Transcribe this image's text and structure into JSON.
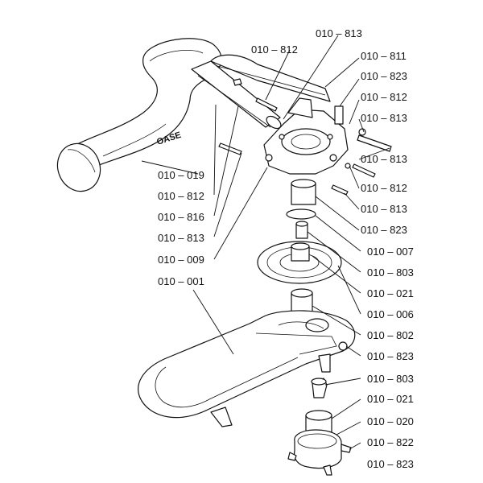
{
  "diagram": {
    "brand_text": "OASE",
    "left_labels": [
      "010 – 019",
      "010 – 812",
      "010 – 816",
      "010 – 813",
      "010 – 009",
      "010 – 001"
    ],
    "top_labels": [
      "010 – 812",
      "010 – 813"
    ],
    "right_labels": [
      "010 – 811",
      "010 – 823",
      "010 – 812",
      "010 – 813",
      "010 – 813",
      "010 – 812",
      "010 – 813",
      "010 – 823",
      "010 – 007",
      "010 – 803",
      "010 – 021",
      "010 – 006",
      "010 – 802",
      "010 – 823",
      "010 – 803",
      "010 – 021",
      "010 – 020",
      "010 – 822",
      "010 – 823"
    ]
  }
}
